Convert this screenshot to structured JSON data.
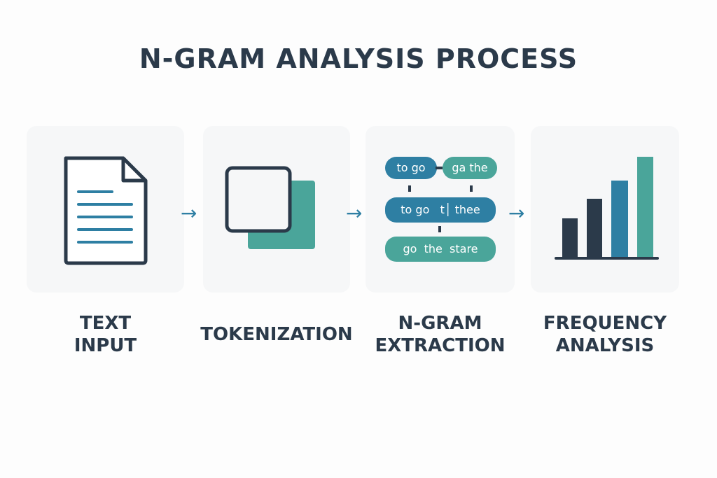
{
  "title": "N-GRAM ANALYSIS PROCESS",
  "steps": [
    {
      "label_line1": "TEXT",
      "label_line2": "INPUT",
      "icon": "document-icon"
    },
    {
      "label_line1": "TOKENIZATION",
      "icon": "overlapping-squares-icon"
    },
    {
      "label_line1": "N-GRAM",
      "label_line2": "EXTRACTION",
      "icon": "ngram-pills-icon"
    },
    {
      "label_line1": "FREQUENCY",
      "label_line2": "ANALYSIS",
      "icon": "bar-chart-icon"
    }
  ],
  "ngram_pills": {
    "row1_left": "to go",
    "row1_right": "ga the",
    "row2": "to go   t│ thee",
    "row3": "go  the  stare"
  },
  "colors": {
    "dark": "#2b3a4a",
    "blue": "#2e7fa3",
    "teal": "#4aa59a"
  }
}
